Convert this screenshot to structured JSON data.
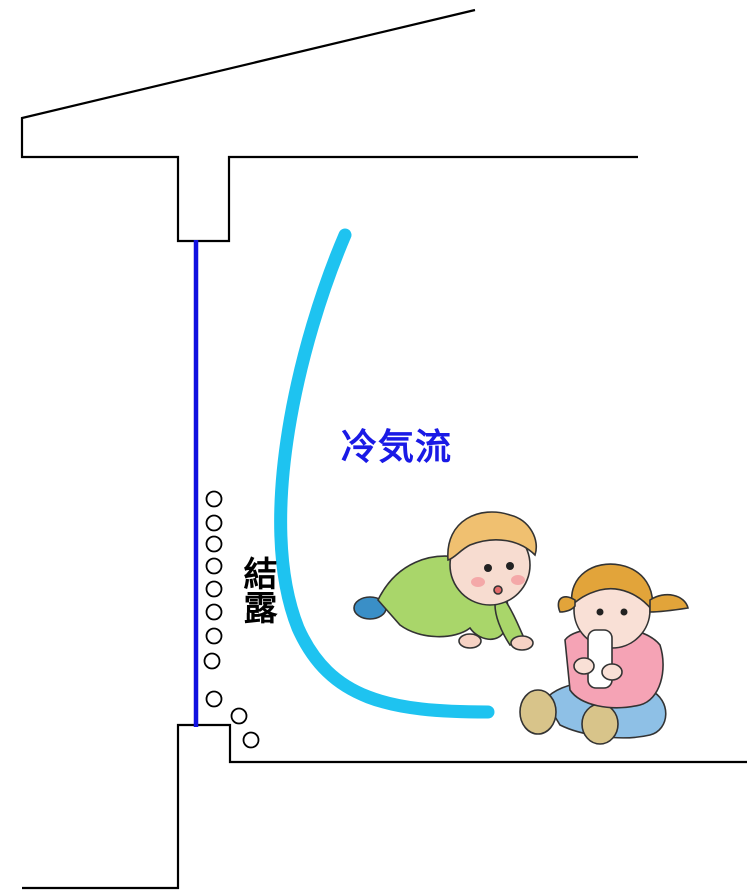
{
  "labels": {
    "cold_airflow": "冷気流",
    "condensation": "結露"
  },
  "colors": {
    "glass": "#1010e0",
    "airflow": "#1ec3f0",
    "airflow_text": "#1a1ae6",
    "outline": "#000000",
    "background": "#ffffff"
  },
  "condensation_droplet_count": 11,
  "illustration": {
    "subjects": [
      "crawling-baby",
      "sitting-toddler-with-bottle"
    ]
  }
}
